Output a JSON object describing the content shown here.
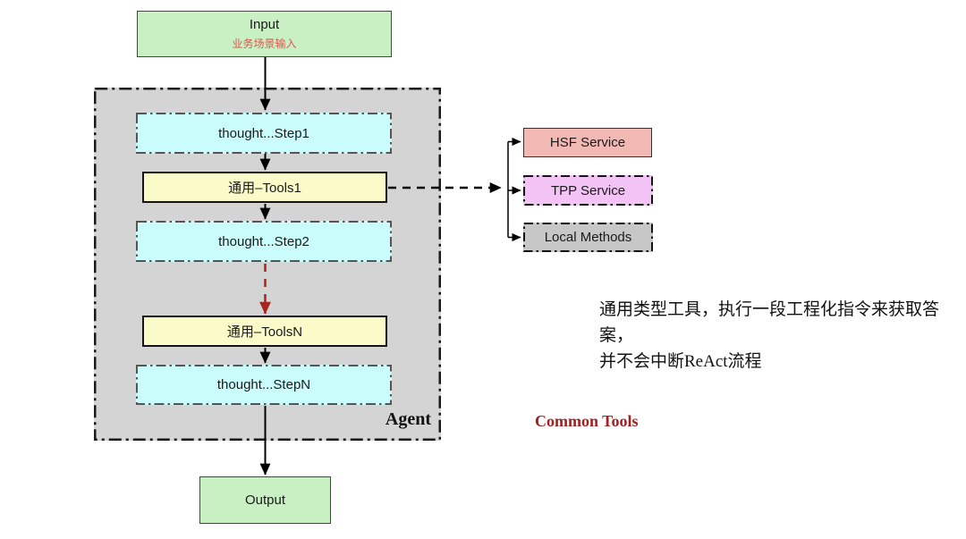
{
  "input_box": {
    "label": "Input",
    "sublabel": "业务场景输入"
  },
  "agent_container": {
    "label": "Agent"
  },
  "flow": {
    "step1": "thought...Step1",
    "tools1": "通用–Tools1",
    "step2": "thought...Step2",
    "toolsN": "通用–ToolsN",
    "stepN": "thought...StepN"
  },
  "output_box": {
    "label": "Output"
  },
  "services": {
    "hsf": "HSF Service",
    "tpp": "TPP Service",
    "local": "Local Methods"
  },
  "annotation": {
    "line1": "通用类型工具，执行一段工程化指令来获取答案，",
    "line2": "并不会中断ReAct流程",
    "caption": "Common Tools"
  },
  "colors": {
    "input_output_fill": "#c9f0c3",
    "input_sublabel_red": "#e05352",
    "thought_fill": "#cafcfc",
    "tools_fill": "#fbfbc9",
    "agent_container_fill": "#d4d4d4",
    "hsf_fill": "#f2b8b4",
    "tpp_fill": "#f3c3f5",
    "local_fill": "#c7c7c7",
    "red_arrow": "#a6251f",
    "common_tools_text": "#a41f1f"
  }
}
